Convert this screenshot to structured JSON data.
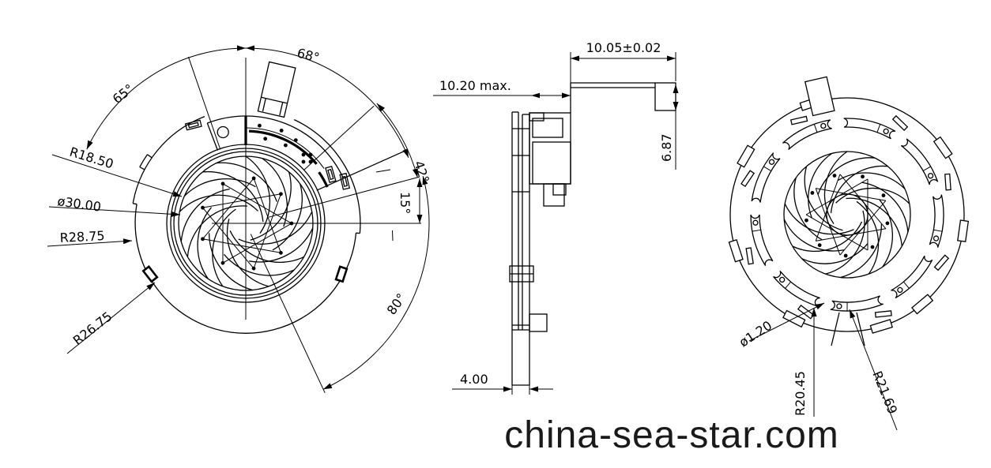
{
  "front_view": {
    "labels": {
      "angle_65": "65°",
      "angle_68": "68°",
      "angle_42": "42°",
      "angle_15": "15°",
      "angle_80": "80°",
      "radius_18_50": "R18.50",
      "diameter_30": "ø30.00",
      "radius_28_75": "R28.75",
      "radius_26_75": "R26.75"
    }
  },
  "section_view": {
    "labels": {
      "width_10_05": "10.05±0.02",
      "max_10_20": "10.20  max.",
      "height_6_87": "6.87",
      "width_4_00": "4.00"
    }
  },
  "back_view": {
    "labels": {
      "diameter_1_20": "ø1.20",
      "radius_20_45": "R20.45",
      "radius_21_69": "R21.69"
    }
  },
  "watermark": {
    "text": "china-sea-star.com",
    "color": "#1a1a1a"
  },
  "canvas": {
    "background": "#ffffff",
    "line_color": "#000000"
  }
}
